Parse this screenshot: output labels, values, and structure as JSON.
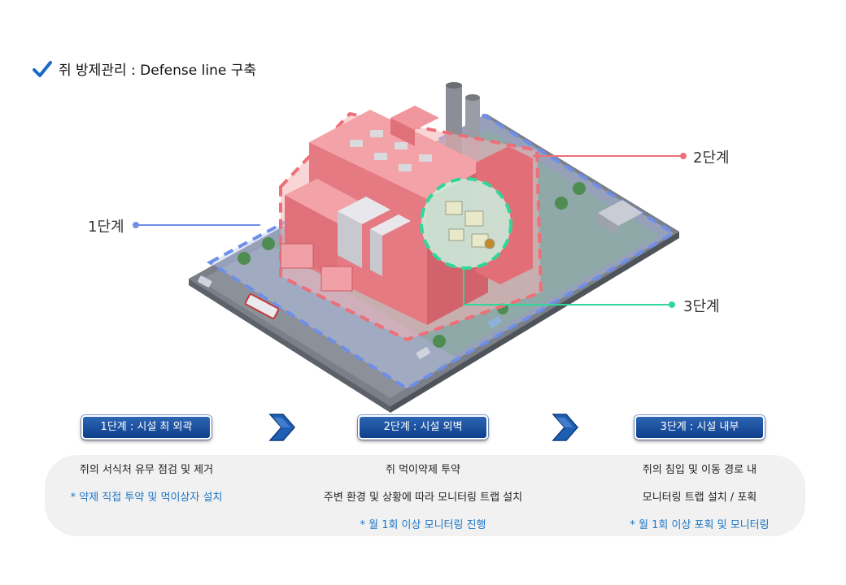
{
  "header": {
    "title": "쥐 방제관리 : Defense line 구축"
  },
  "diagram": {
    "callouts": {
      "stage1": "1단계",
      "stage2": "2단계",
      "stage3": "3단계"
    },
    "colors": {
      "stage1": "#6f8ee8",
      "stage2": "#ee6f78",
      "stage3": "#2fd79a",
      "pill": "#1a4d9e"
    }
  },
  "steps": [
    {
      "badge": "1단계 : 시설 최 외곽",
      "lines": [
        "쥐의 서식처 유무 점검 및 제거"
      ],
      "note": "* 약제 직접 투약 및 먹이상자 설치"
    },
    {
      "badge": "2단계 : 시설 외벽",
      "lines": [
        "쥐 먹이약제 투약",
        "주변 환경 및 상황에 따라 모니터링 트랩 설치"
      ],
      "note": "* 월 1회 이상 모니터링 진행"
    },
    {
      "badge": "3단계 : 시설 내부",
      "lines": [
        "쥐의 침입 및 이동 경로 내",
        "모니터링 트랩 설치 / 포획"
      ],
      "note": "* 월 1회 이상 포획 및 모니터링"
    }
  ]
}
